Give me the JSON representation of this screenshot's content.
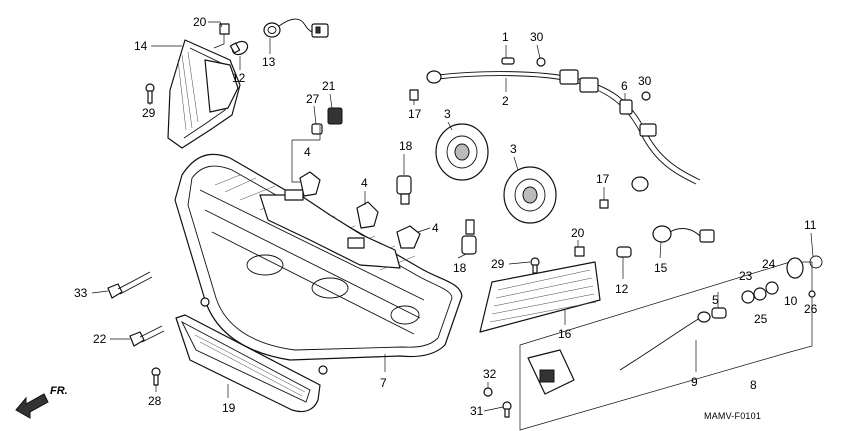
{
  "diagram": {
    "callouts": {
      "c1": "1",
      "c2": "2",
      "c3a": "3",
      "c3b": "3",
      "c4a": "4",
      "c4b": "4",
      "c4c": "4",
      "c5": "5",
      "c6": "6",
      "c7": "7",
      "c8": "8",
      "c9": "9",
      "c10": "10",
      "c11": "11",
      "c12a": "12",
      "c12b": "12",
      "c13": "13",
      "c14": "14",
      "c15": "15",
      "c16": "16",
      "c17a": "17",
      "c17b": "17",
      "c18a": "18",
      "c18b": "18",
      "c19": "19",
      "c20a": "20",
      "c20b": "20",
      "c21": "21",
      "c22": "22",
      "c23": "23",
      "c24": "24",
      "c25": "25",
      "c26": "26",
      "c27": "27",
      "c28": "28",
      "c29a": "29",
      "c29b": "29",
      "c30a": "30",
      "c30b": "30",
      "c31": "31",
      "c32": "32",
      "c33": "33"
    },
    "direction_label": "FR.",
    "drawing_code": "MAMV-F0101"
  }
}
